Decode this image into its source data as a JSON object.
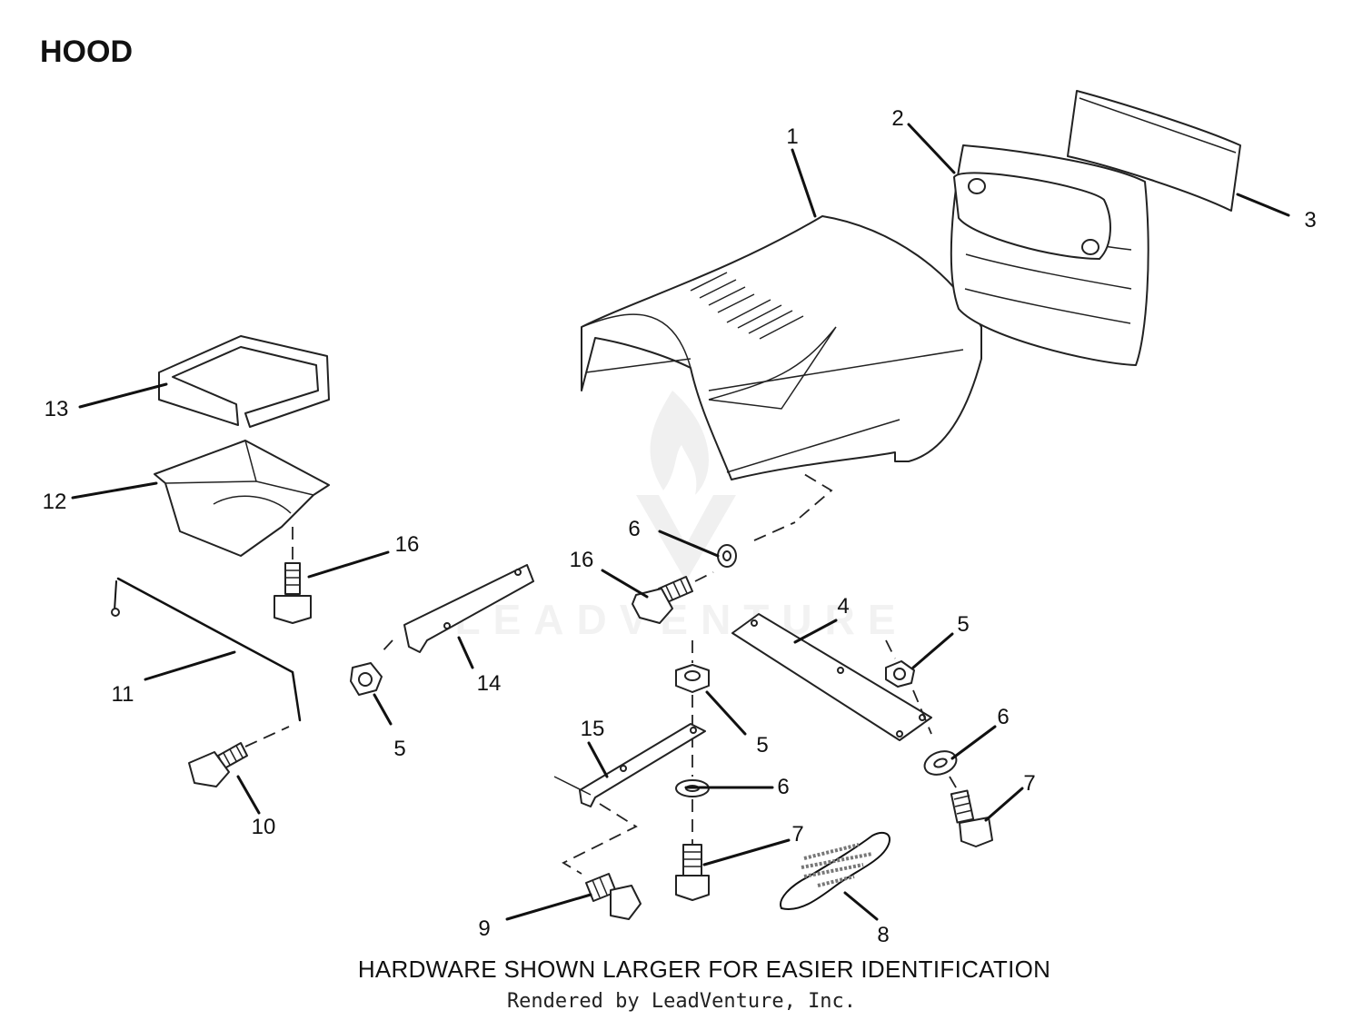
{
  "title": "HOOD",
  "caption": "HARDWARE SHOWN LARGER FOR EASIER IDENTIFICATION",
  "credit": "Rendered by LeadVenture, Inc.",
  "watermark": "LEADVENTURE",
  "colors": {
    "line": "#111111",
    "watermark": "#e6e6e6",
    "background": "#ffffff"
  },
  "callouts": [
    {
      "id": "c1",
      "label": "1"
    },
    {
      "id": "c2",
      "label": "2"
    },
    {
      "id": "c3",
      "label": "3"
    },
    {
      "id": "c4",
      "label": "4"
    },
    {
      "id": "c5a",
      "label": "5"
    },
    {
      "id": "c5b",
      "label": "5"
    },
    {
      "id": "c5c",
      "label": "5"
    },
    {
      "id": "c6a",
      "label": "6"
    },
    {
      "id": "c6b",
      "label": "6"
    },
    {
      "id": "c6c",
      "label": "6"
    },
    {
      "id": "c7a",
      "label": "7"
    },
    {
      "id": "c7b",
      "label": "7"
    },
    {
      "id": "c8",
      "label": "8"
    },
    {
      "id": "c9",
      "label": "9"
    },
    {
      "id": "c10",
      "label": "10"
    },
    {
      "id": "c11",
      "label": "11"
    },
    {
      "id": "c12",
      "label": "12"
    },
    {
      "id": "c13",
      "label": "13"
    },
    {
      "id": "c14",
      "label": "14"
    },
    {
      "id": "c15",
      "label": "15"
    },
    {
      "id": "c16a",
      "label": "16"
    },
    {
      "id": "c16b",
      "label": "16"
    }
  ]
}
